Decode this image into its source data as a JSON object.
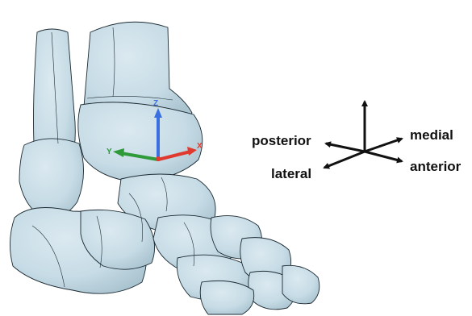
{
  "figure": {
    "model": {
      "name": "foot-ankle-bone-model",
      "surface_color": "#c7dce6",
      "outline_color": "#1c2a33",
      "triad": {
        "x_label": "X",
        "y_label": "Y",
        "z_label": "Z",
        "x_color": "#e03a2f",
        "y_color": "#2f9a3a",
        "z_color": "#3a6fe0"
      }
    },
    "orientation_legend": {
      "labels": {
        "posterior": "posterior",
        "medial": "medial",
        "lateral": "lateral",
        "anterior": "anterior"
      },
      "arrow_color": "#111111"
    }
  }
}
